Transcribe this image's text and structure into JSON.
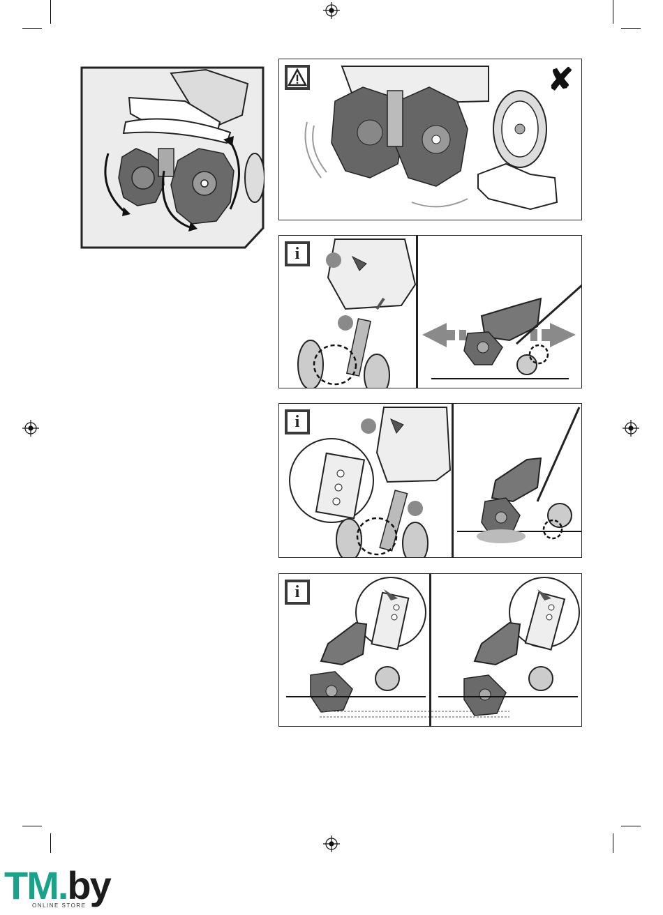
{
  "panels": {
    "warning": {
      "icon": "warning-triangle-icon",
      "forbidden_mark": "✘"
    },
    "info_icon_label": "i"
  },
  "logo": {
    "main_left": "TM",
    "main_dot": ".",
    "main_right": "by",
    "subtitle": "ONLINE STORE"
  },
  "colors": {
    "logo_green": "#1aa38a",
    "ink": "#222222",
    "grey": "#8a8a8a"
  }
}
